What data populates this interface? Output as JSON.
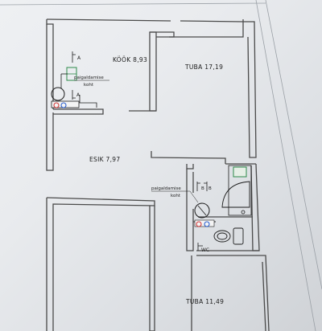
{
  "rooms": {
    "kook": "KÖÖK  8,93",
    "tuba_top": "TUBA  17,19",
    "esik": "ESIK  7,97",
    "tuba_bottom": "TUBA  11,49",
    "wc": "WC"
  },
  "annotations": {
    "kitchen_install": [
      "paigaldamise",
      "koht"
    ],
    "bath_install": [
      "paigaldamise",
      "koht"
    ],
    "section_a": "A",
    "section_b": "B"
  },
  "colors": {
    "wall": "#4a4a4a",
    "cold_pipe": "#2b5fd0",
    "hot_pipe": "#d23a3a",
    "fixture": "#2d8a4a"
  }
}
